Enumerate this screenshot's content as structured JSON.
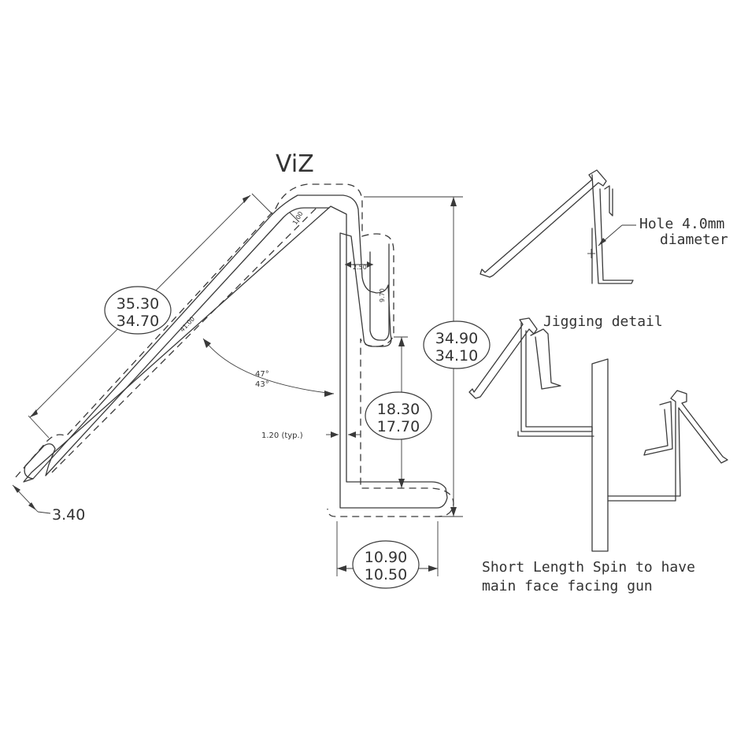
{
  "drawing": {
    "title": "ViZ",
    "dimensions": {
      "flange_length": {
        "upper": "35.30",
        "lower": "34.70"
      },
      "overall_height": {
        "upper": "34.90",
        "lower": "34.10"
      },
      "inner_height": {
        "upper": "18.30",
        "lower": "17.70"
      },
      "base_width": {
        "upper": "10.90",
        "lower": "10.50"
      },
      "lip": "3.40",
      "thickness": "1.20 (typ.)",
      "angle": {
        "upper": "47°",
        "lower": "43°"
      },
      "centerline_length": "41.00",
      "slot_width": "2.50",
      "slot_depth": "9.70",
      "tip_offset": "1.00"
    },
    "notes": {
      "hole_line1": "Hole 4.0mm",
      "hole_line2": "diameter",
      "jigging": "Jigging detail",
      "spin_line1": "Short Length Spin to have",
      "spin_line2": "main face facing gun"
    }
  }
}
